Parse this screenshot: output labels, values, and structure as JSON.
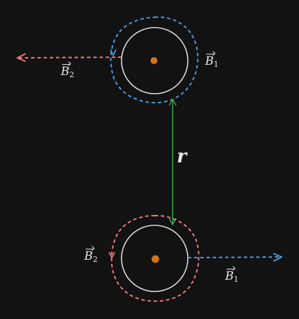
{
  "diagram": {
    "colors": {
      "background": "#121212",
      "conductor_outline": "#dcdcdc",
      "conductor_center": "#d2741b",
      "field_b1": "#4a9be0",
      "field_b2": "#ef7a7a",
      "separation": "#3f9a4a",
      "text": "#e8e8e8"
    },
    "labels": {
      "b2_top": {
        "symbol": "B",
        "subscript": "2"
      },
      "b1_top": {
        "symbol": "B",
        "subscript": "1"
      },
      "distance": "r",
      "b2_bottom": {
        "symbol": "B",
        "subscript": "2"
      },
      "b1_bottom": {
        "symbol": "B",
        "subscript": "1"
      }
    }
  }
}
